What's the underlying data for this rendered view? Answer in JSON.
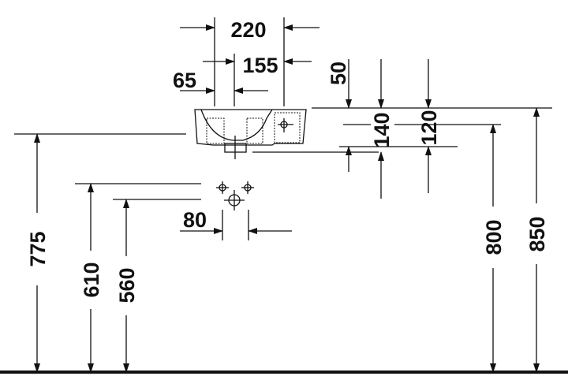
{
  "dimensions": {
    "width_total": "220",
    "width_inner": "155",
    "offset_left": "65",
    "rim": "50",
    "depth_140": "140",
    "depth_120": "120",
    "tap_spacing": "80",
    "height_775": "775",
    "height_610": "610",
    "height_560": "560",
    "height_800": "800",
    "height_850": "850"
  }
}
